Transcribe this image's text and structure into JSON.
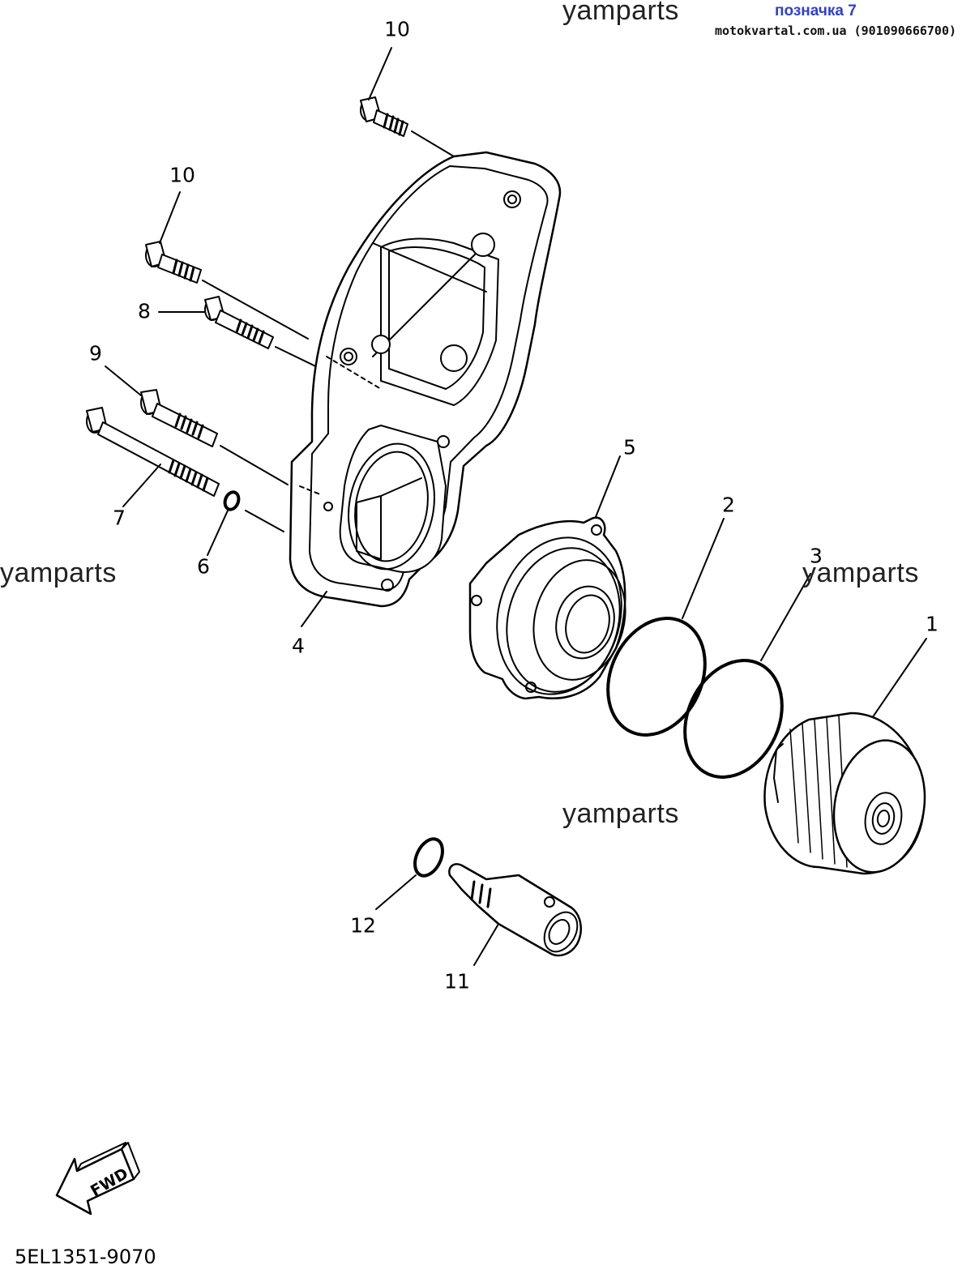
{
  "watermarks": [
    "yamparts",
    "yamparts",
    "yamparts",
    "yamparts"
  ],
  "header": {
    "mark_label": "позначка 7",
    "shop_label": "motokvartal.com.ua (901090666700)"
  },
  "callouts": [
    "10",
    "10",
    "8",
    "9",
    "7",
    "6",
    "4",
    "5",
    "2",
    "3",
    "1",
    "12",
    "11"
  ],
  "fwd_label": "FWD",
  "diagram_code": "5EL1351-9070"
}
